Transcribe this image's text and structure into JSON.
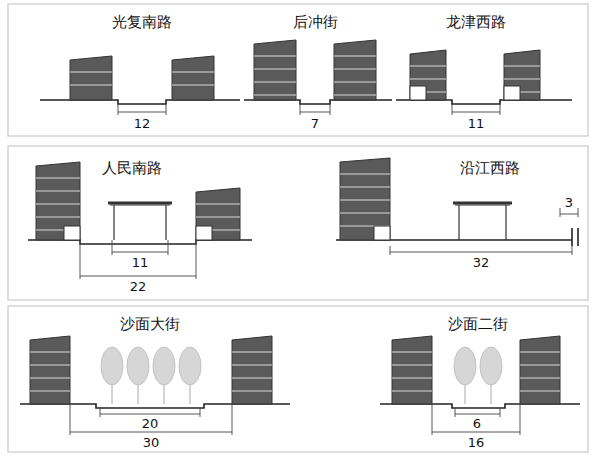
{
  "diagram": {
    "labels": [
      "光复南路",
      "12",
      "后冲街",
      "7",
      "龙津西路",
      "11",
      "人民南路",
      "11",
      "22",
      "沿江西路",
      "3",
      "32",
      "沙面大街",
      "20",
      "30",
      "沙面二街",
      "6",
      "16"
    ]
  }
}
